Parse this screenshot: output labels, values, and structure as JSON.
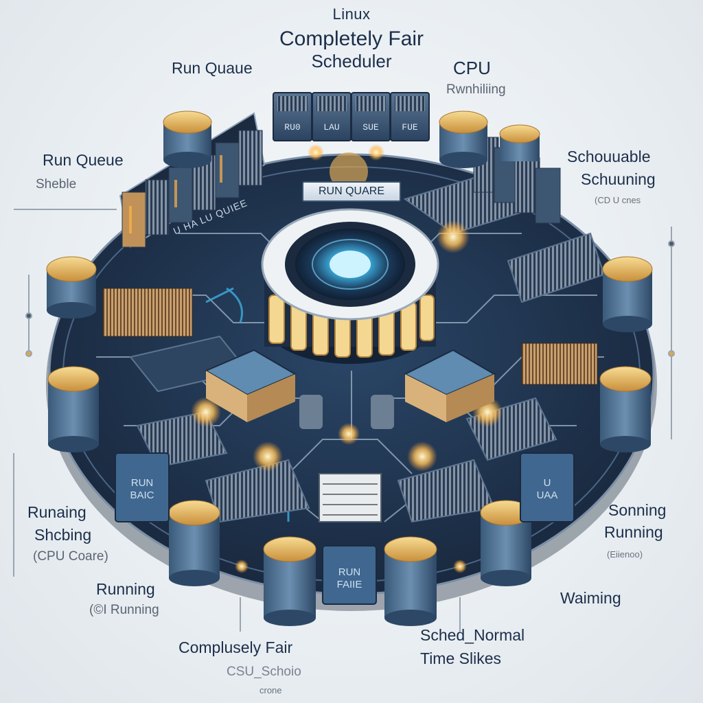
{
  "title": {
    "line1": "Linux",
    "line2": "Completely Fair",
    "line3": "Scheduler"
  },
  "labels": {
    "top_left": "Run Quaue",
    "top_right_1": "CPU",
    "top_right_2": "Rwnhiliing",
    "left_1": "Run Queue",
    "left_2": "Sheble",
    "right_1": "Schouuable",
    "right_2": "Schuuning",
    "right_3": "(CD U cnes",
    "bottom_left_1": "Runaing",
    "bottom_left_2": "Shcbing",
    "bottom_left_3": "(CPU Coare)",
    "bottom_left_4": "Running",
    "bottom_left_5": "(©I Running",
    "bottom_center_1": "Complusely Fair",
    "bottom_center_2": "CSU_Schoio",
    "bottom_center_3": "crone",
    "bottom_right_center_1": "Sched_Normal",
    "bottom_right_center_2": "Time Slikes",
    "bottom_right_1": "Sonning",
    "bottom_right_2": "Running",
    "bottom_right_3": "(Eiienoo)",
    "bottom_right_4": "Waiming"
  },
  "board": {
    "center_pill": "RUN QUARE",
    "left_rail": "U HA LU QUIEE",
    "top_chips": [
      "RU0",
      "LAU",
      "SUE",
      "FUE"
    ],
    "left_box": "RUN\nBAIC",
    "center_box": "RUN\nFAIIE",
    "right_box": "U\nUAA",
    "colors": {
      "board": "#1e3450",
      "trace": "#b8c9d8",
      "gold": "#d9a852",
      "glow": "#ffd27a",
      "teal": "#3aa7d8"
    }
  }
}
